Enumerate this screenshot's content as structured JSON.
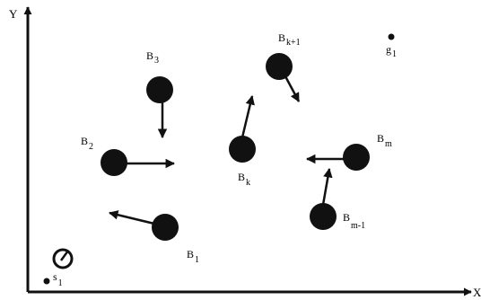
{
  "axes": {
    "x_label": "X",
    "y_label": "Y"
  },
  "start": {
    "label": "s",
    "sub": "1"
  },
  "goal": {
    "label": "g",
    "sub": "1"
  },
  "obstacles": [
    {
      "id": "b1",
      "label": "B",
      "sub": "1"
    },
    {
      "id": "b2",
      "label": "B",
      "sub": "2"
    },
    {
      "id": "b3",
      "label": "B",
      "sub": "3"
    },
    {
      "id": "bk",
      "label": "B",
      "sub": "k"
    },
    {
      "id": "bk1",
      "label": "B",
      "sub": "k+1"
    },
    {
      "id": "bm",
      "label": "B",
      "sub": "m"
    },
    {
      "id": "bm1",
      "label": "B",
      "sub": "m-1"
    }
  ],
  "colors": {
    "ink": "#111111",
    "background": "#ffffff"
  }
}
